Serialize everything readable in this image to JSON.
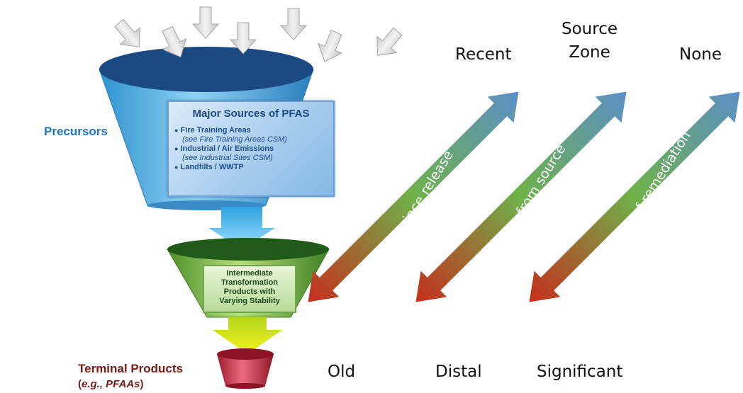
{
  "funnel": {
    "side_label": "Precursors",
    "sources_box": {
      "title": "Major Sources of PFAS",
      "items": [
        {
          "label": "Fire Training Areas",
          "note_prefix": "(see ",
          "note_italic": "Fire Training Areas CSM",
          "note_suffix": ")"
        },
        {
          "label": "Industrial / Air Emissions",
          "note_prefix": "(see ",
          "note_italic": "Industrial Sites CSM",
          "note_suffix": ")"
        },
        {
          "label": "Landfills / WWTP"
        }
      ]
    },
    "intermediate_box": {
      "lines": [
        "Intermediate",
        "Transformation",
        "Products with",
        "Varying Stability"
      ]
    },
    "terminal": {
      "line1": "Terminal Products",
      "line2_open": "(",
      "line2_italic": "e.g., PFAAs",
      "line2_close": ")"
    }
  },
  "arrows": [
    {
      "label": "Time since release",
      "top": "Recent",
      "bottom": "Old"
    },
    {
      "label": "Distance from source",
      "top_line1": "Source",
      "top_line2": "Zone",
      "bottom": "Distal"
    },
    {
      "label": "Extent/type of remediation",
      "top": "None",
      "bottom": "Significant"
    }
  ],
  "colors": {
    "arrow_top": "#5b8fc7",
    "arrow_mid": "#6fb24a",
    "arrow_bottom": "#c62e1e",
    "funnel_top": "#1b4a82",
    "funnel_body": "#4fb2e6",
    "funnel_mid": "#4e9a2c",
    "funnel_bottom": "#c42c3c",
    "precursors_text": "#1a74c4",
    "terminal_text": "#7a1a14"
  }
}
